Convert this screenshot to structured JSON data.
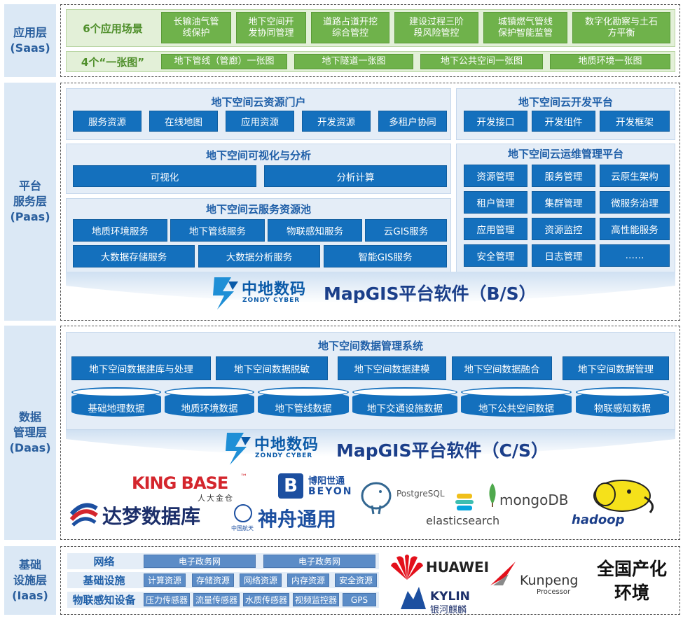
{
  "layers": {
    "saas": {
      "label": "应用层\n(Saas)"
    },
    "paas": {
      "label": "平台\n服务层\n(Paas)"
    },
    "daas": {
      "label": "数据\n管理层\n(Daas)"
    },
    "iaas": {
      "label": "基础\n设施层\n(Iaas)"
    }
  },
  "saas": {
    "scenarios_title": "6个应用场景",
    "scenarios": [
      "长输油气管\n线保护",
      "地下空间开\n发协同管理",
      "道路占道开挖\n综合管控",
      "建设过程三阶\n段风险管控",
      "城镇燃气管线\n保护智能监管",
      "数字化勘察与土石\n方平衡"
    ],
    "maps_title": "4个“一张图”",
    "maps": [
      "地下管线（管廊）一张图",
      "地下隧道一张图",
      "地下公共空间一张图",
      "地质环境一张图"
    ]
  },
  "paas": {
    "portal": {
      "title": "地下空间云资源门户",
      "items": [
        "服务资源",
        "在线地图",
        "应用资源",
        "开发资源",
        "多租户协同"
      ]
    },
    "dev": {
      "title": "地下空间云开发平台",
      "items": [
        "开发接口",
        "开发组件",
        "开发框架"
      ]
    },
    "vis": {
      "title": "地下空间可视化与分析",
      "items": [
        "可视化",
        "分析计算"
      ]
    },
    "ops": {
      "title": "地下空间云运维管理平台",
      "items": [
        "资源管理",
        "服务管理",
        "云原生架构",
        "租户管理",
        "集群管理",
        "微服务治理",
        "应用管理",
        "资源监控",
        "高性能服务",
        "安全管理",
        "日志管理",
        "……"
      ]
    },
    "pool": {
      "title": "地下空间云服务资源池",
      "row1": [
        "地质环境服务",
        "地下管线服务",
        "物联感知服务",
        "云GIS服务"
      ],
      "row2": [
        "大数据存储服务",
        "大数据分析服务",
        "智能GIS服务"
      ]
    },
    "brand_cn": "中地数码",
    "brand_en": "ZONDY CYBER",
    "platform": "MapGIS平台软件（B/S）"
  },
  "daas": {
    "title": "地下空间数据管理系统",
    "ops": [
      "地下空间数据建库与处理",
      "地下空间数据脱敏",
      "地下空间数据建模",
      "地下空间数据融合",
      "地下空间数据管理"
    ],
    "dbs": [
      "基础地理数据",
      "地质环境数据",
      "地下管线数据",
      "地下交通设施数据",
      "地下公共空间数据",
      "物联感知数据"
    ],
    "brand_cn": "中地数码",
    "brand_en": "ZONDY CYBER",
    "platform": "MapGIS平台软件（C/S）",
    "vendors": {
      "kingbase": "KING BASE",
      "kingbase_tm": "™",
      "kingbase_sub": "人大金仓",
      "beyon_cn": "博阳世通",
      "beyon_en": "BEYON",
      "postgres": "PostgreSQL",
      "mongodb": "mongoDB",
      "elastic": "elasticsearch",
      "hadoop": "hadoop",
      "dameng": "达梦数据库",
      "shenzhou": "神舟通用",
      "casc": "中国航天"
    }
  },
  "iaas": {
    "network_label": "网络",
    "network": [
      "电子政务网",
      "电子政务网"
    ],
    "infra_label": "基础设施",
    "infra": [
      "计算资源",
      "存储资源",
      "网络资源",
      "内存资源",
      "安全资源"
    ],
    "iot_label": "物联感知设备",
    "iot": [
      "压力传感器",
      "流量传感器",
      "水质传感器",
      "视频监控器",
      "GPS"
    ],
    "huawei": "HUAWEI",
    "kunpeng": "Kunpeng",
    "kunpeng_sub": "Processor",
    "kylin": "KYLIN",
    "kylin_cn": "银河麒麟",
    "domestic": "全国产化\n环境"
  },
  "colors": {
    "accent_blue": "#1470bd",
    "accent_green": "#6fb24b",
    "label_bg": "#dbe8f5"
  }
}
